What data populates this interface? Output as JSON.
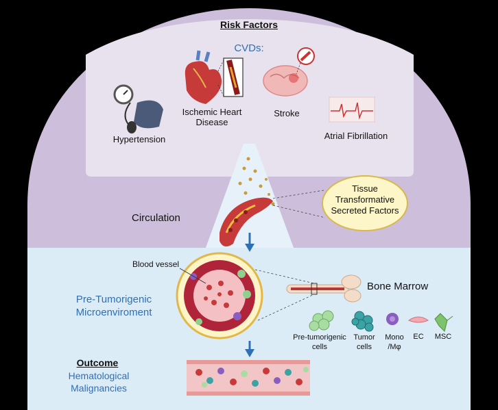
{
  "title": "Risk Factors",
  "cvd_header": "CVDs:",
  "risk_factors": {
    "hypertension": "Hypertension",
    "ischemic": "Ischemic Heart Disease",
    "stroke": "Stroke",
    "afib": "Atrial Fibrillation"
  },
  "circulation": "Circulation",
  "tissue_factors": "Tissue Transformative Secreted Factors",
  "blood_vessel": "Blood vessel",
  "bone_marrow": "Bone Marrow",
  "microenvironment": "Pre-Tumorigenic Microenviroment",
  "cells": {
    "pre": "Pre-tumorigenic cells",
    "tumor": "Tumor cells",
    "mono": "Mono /Mφ",
    "ec": "EC",
    "msc": "MSC"
  },
  "outcome_label": "Outcome",
  "outcome_text": "Hematological Malignancies",
  "colors": {
    "upper_dome": "#cdbedc",
    "upper_inner": "#e8e2ee",
    "lower_panel": "#dcecf7",
    "accent_blue": "#2f6fb4",
    "oval": "#fdf6c8"
  }
}
